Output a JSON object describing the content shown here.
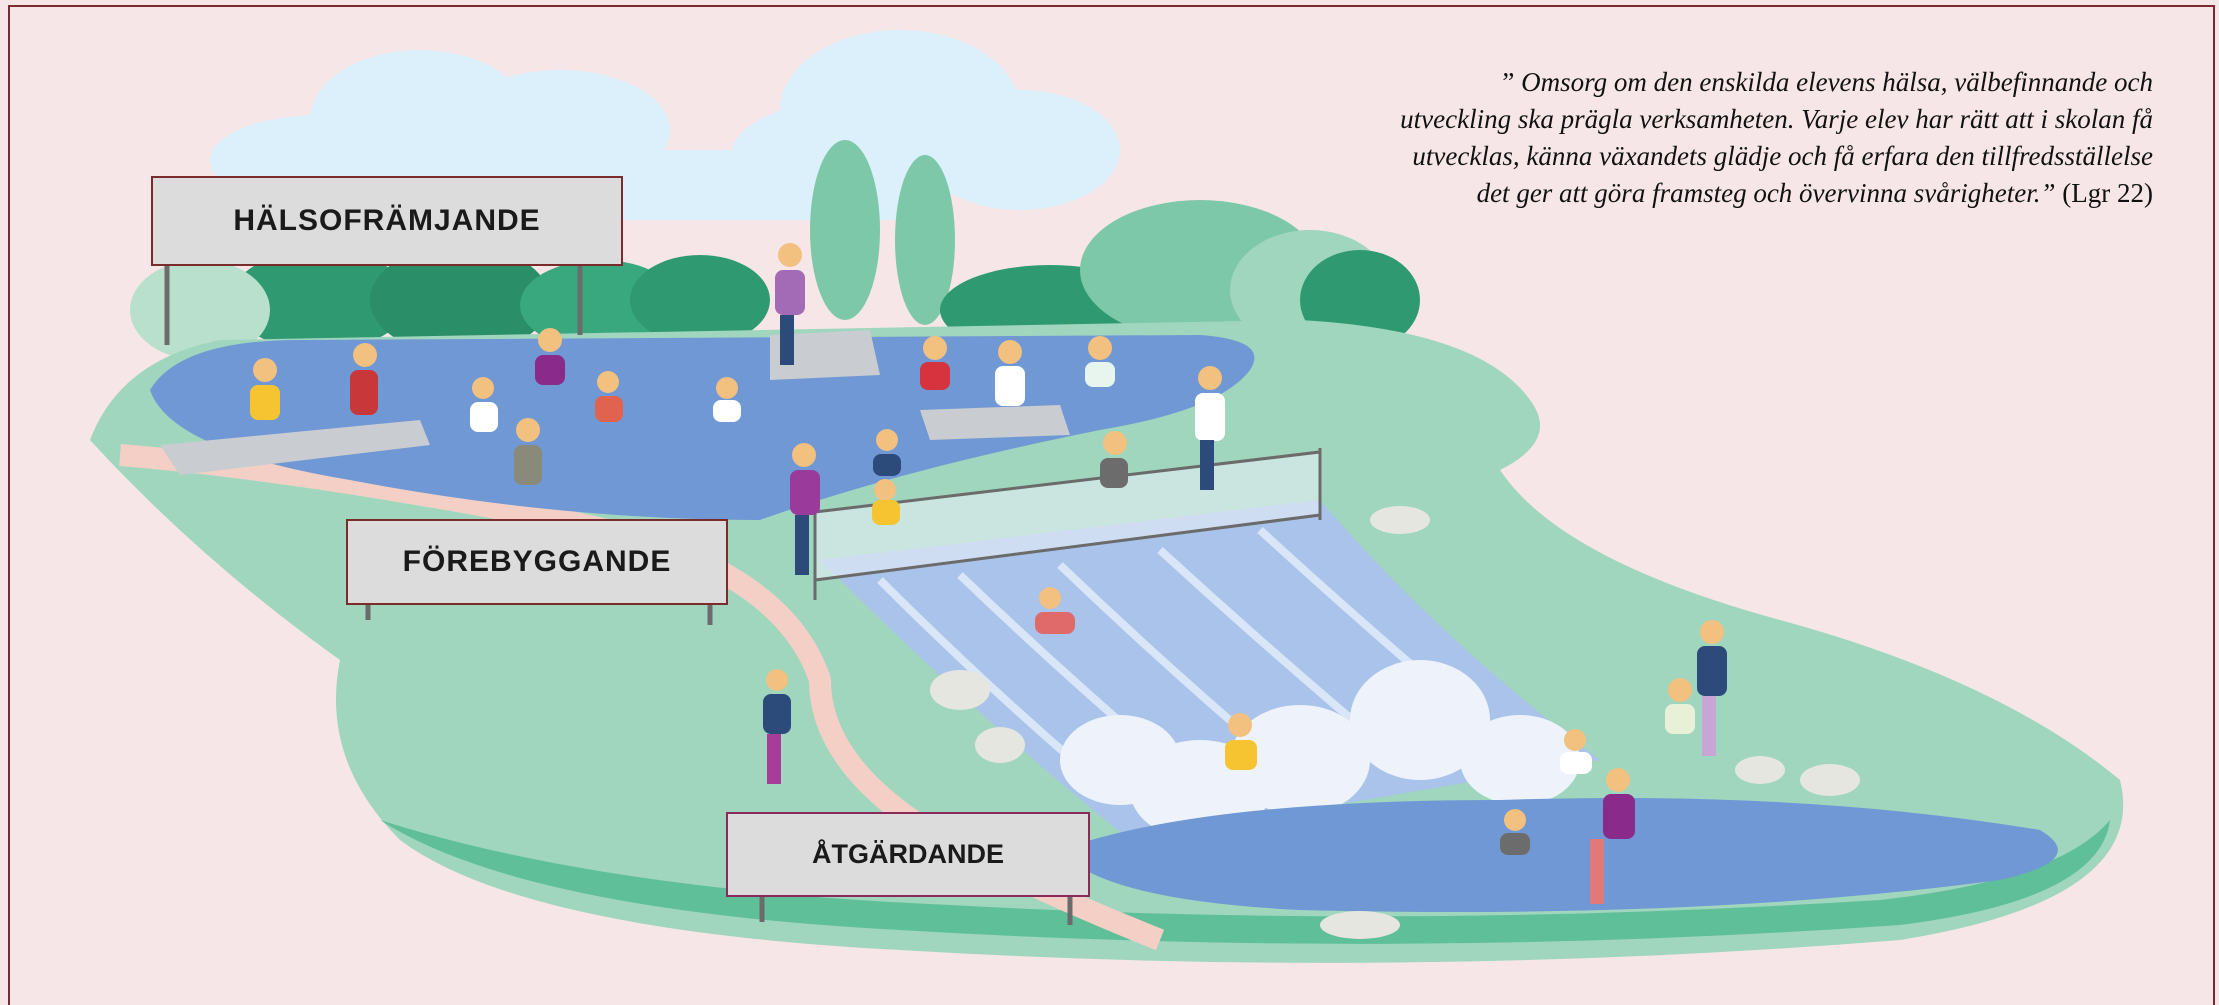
{
  "quote": {
    "open_mark": "”",
    "text": "Omsorg om den enskilda elevens hälsa, välbefinnande och utveckling ska prägla verksamheten. Varje elev har rätt att i skolan få utvecklas, känna växandets glädje och få erfara den tillfredsställelse det ger att göra framsteg och övervinna svårigheter.",
    "close_mark": "”",
    "source": "(Lgr 22)"
  },
  "signs": {
    "health_promoting": "HÄLSOFRÄMJANDE",
    "preventive": "FÖREBYGGANDE",
    "remedial": "ÅTGÄRDANDE"
  },
  "colors": {
    "background": "#f6e6e7",
    "frame": "#7d2a31",
    "water": "#6f98d4",
    "grass": "#9fd6bd",
    "trees": "#2f9a72",
    "sign_bg": "#dcdcdc",
    "sign_border": "#7a2b2b"
  }
}
